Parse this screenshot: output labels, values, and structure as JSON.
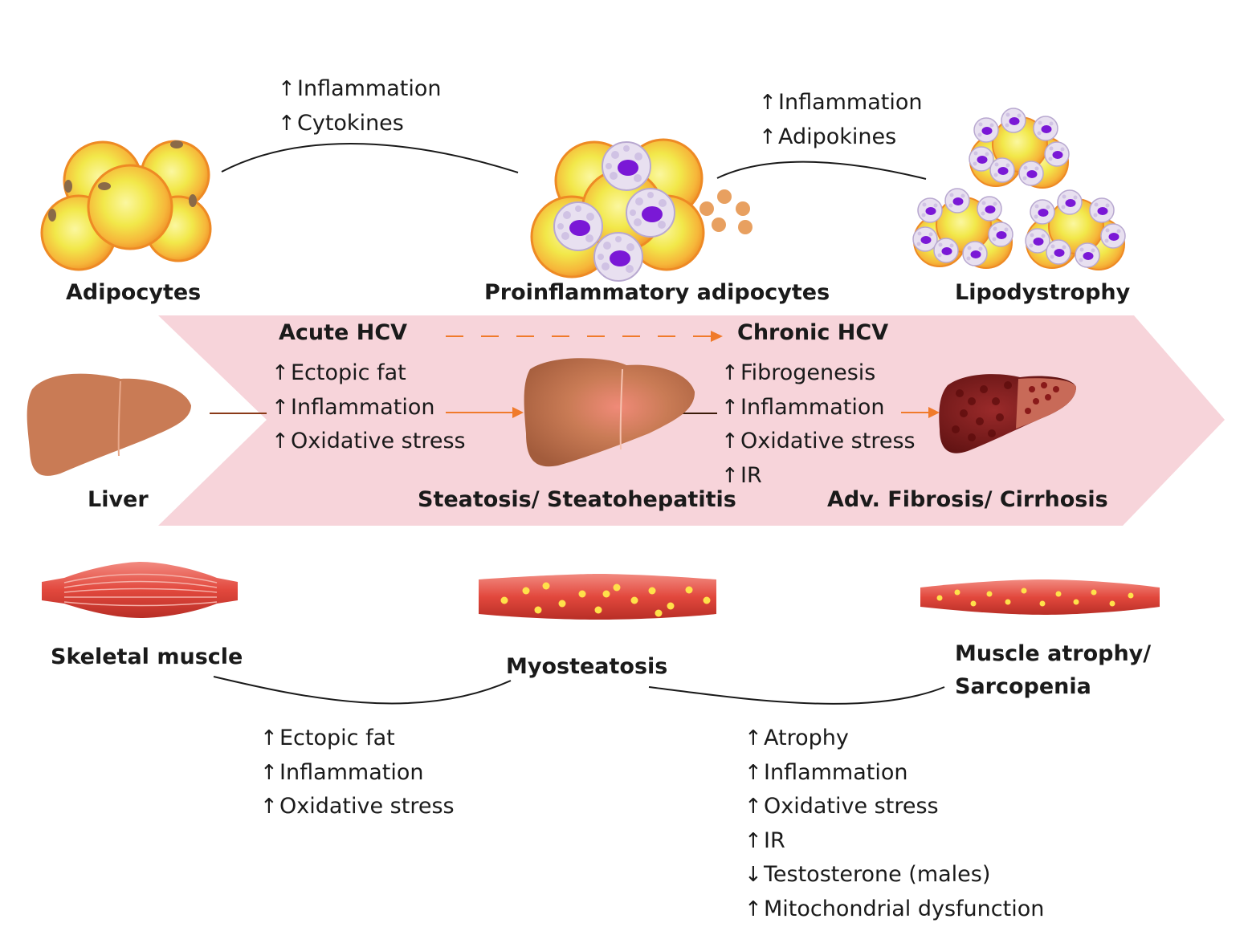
{
  "labels": {
    "adipocytes": "Adipocytes",
    "proinflammatory": "Proinflammatory adipocytes",
    "lipodystrophy": "Lipodystrophy",
    "acute_hcv": "Acute HCV",
    "chronic_hcv": "Chronic HCV",
    "liver": "Liver",
    "steatosis": "Steatosis/ Steatohepatitis",
    "fibrosis": "Adv. Fibrosis/ Cirrhosis",
    "skeletal_muscle": "Skeletal muscle",
    "myosteatosis": "Myosteatosis",
    "atrophy_line1": "Muscle atrophy/",
    "atrophy_line2": "Sarcopenia"
  },
  "lists": {
    "adipo_1": [
      {
        "arrow": "↑",
        "text": "Inflammation"
      },
      {
        "arrow": "↑",
        "text": "Cytokines"
      }
    ],
    "adipo_2": [
      {
        "arrow": "↑",
        "text": "Inflammation"
      },
      {
        "arrow": "↑",
        "text": "Adipokines"
      }
    ],
    "liver_1": [
      {
        "arrow": "↑",
        "text": "Ectopic fat"
      },
      {
        "arrow": "↑",
        "text": "Inflammation"
      },
      {
        "arrow": "↑",
        "text": "Oxidative stress"
      }
    ],
    "liver_2": [
      {
        "arrow": "↑",
        "text": "Fibrogenesis"
      },
      {
        "arrow": "↑",
        "text": "Inflammation"
      },
      {
        "arrow": "↑",
        "text": "Oxidative stress"
      },
      {
        "arrow": "↑",
        "text": "IR"
      }
    ],
    "muscle_1": [
      {
        "arrow": "↑",
        "text": "Ectopic fat"
      },
      {
        "arrow": "↑",
        "text": "Inflammation"
      },
      {
        "arrow": "↑",
        "text": "Oxidative stress"
      }
    ],
    "muscle_2": [
      {
        "arrow": "↑",
        "text": "Atrophy"
      },
      {
        "arrow": "↑",
        "text": "Inflammation"
      },
      {
        "arrow": "↑",
        "text": "Oxidative stress"
      },
      {
        "arrow": "↑",
        "text": "IR"
      },
      {
        "arrow": "↓",
        "text": "Testosterone (males)"
      },
      {
        "arrow": "↑",
        "text": "Mitochondrial dysfunction"
      }
    ]
  },
  "colors": {
    "band": "#f7d4da",
    "orange_arrow": "#f07a2a",
    "fat_yellow": "#f2e84a",
    "fat_orange": "#f5a12d",
    "liver": "#c97b55",
    "cirrhosis": "#7d1a1a",
    "muscle": "#e2483d",
    "fat_dot": "#ffe14a",
    "immune_cell": "#7a18d6"
  }
}
